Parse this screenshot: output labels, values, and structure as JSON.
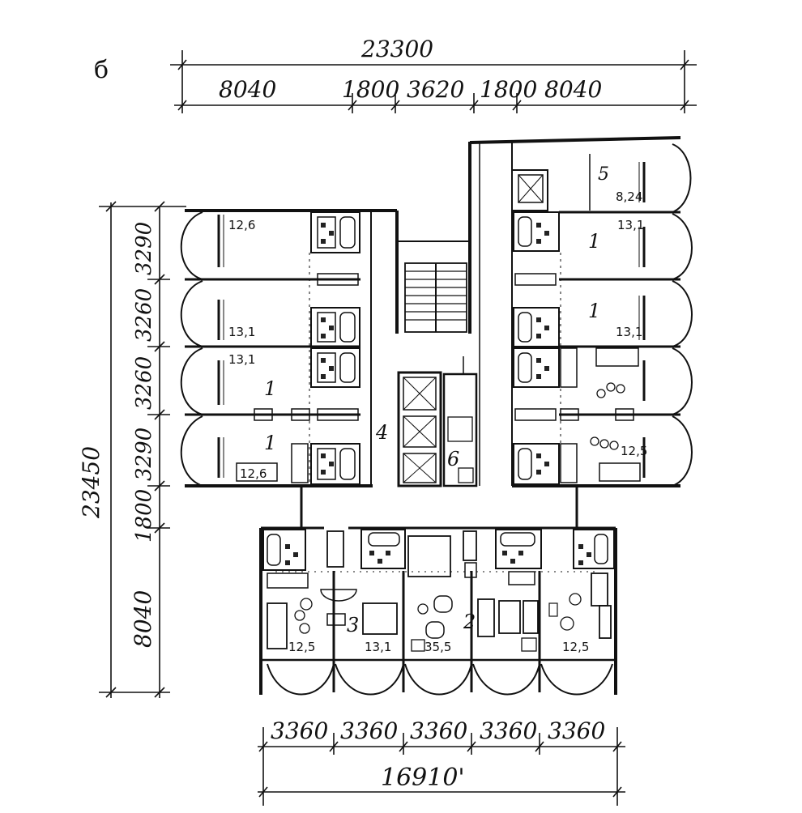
{
  "sheet_letter": "б",
  "dimensions": {
    "top_total": "23300",
    "top_parts": [
      "8040",
      "1800",
      "3620",
      "1800",
      "8040"
    ],
    "left_total": "23450",
    "left_parts": [
      "3290",
      "3260",
      "3260",
      "3290",
      "1800",
      "8040"
    ],
    "bottom_parts": [
      "3360",
      "3360",
      "3360",
      "3360",
      "3360"
    ],
    "bottom_total": "16910'"
  },
  "room_numbers": {
    "left_r3": "1",
    "left_r4": "1",
    "right_r1": "1",
    "right_r2": "1",
    "lobby": "4",
    "service": "6",
    "top_right": "5",
    "bottom_mid": "3",
    "bottom_right": "2"
  },
  "areas": {
    "left_r1": "12,6",
    "left_r2": "13,1",
    "left_r3": "13,1",
    "left_r4": "12,6",
    "top_right": "8,24",
    "right_r1": "13,1",
    "right_r2": "13,1",
    "right_r4": "12,5",
    "bot_1": "12,5",
    "bot_2": "13,1",
    "bot_3": "35,5",
    "bot_5": "12,5"
  }
}
